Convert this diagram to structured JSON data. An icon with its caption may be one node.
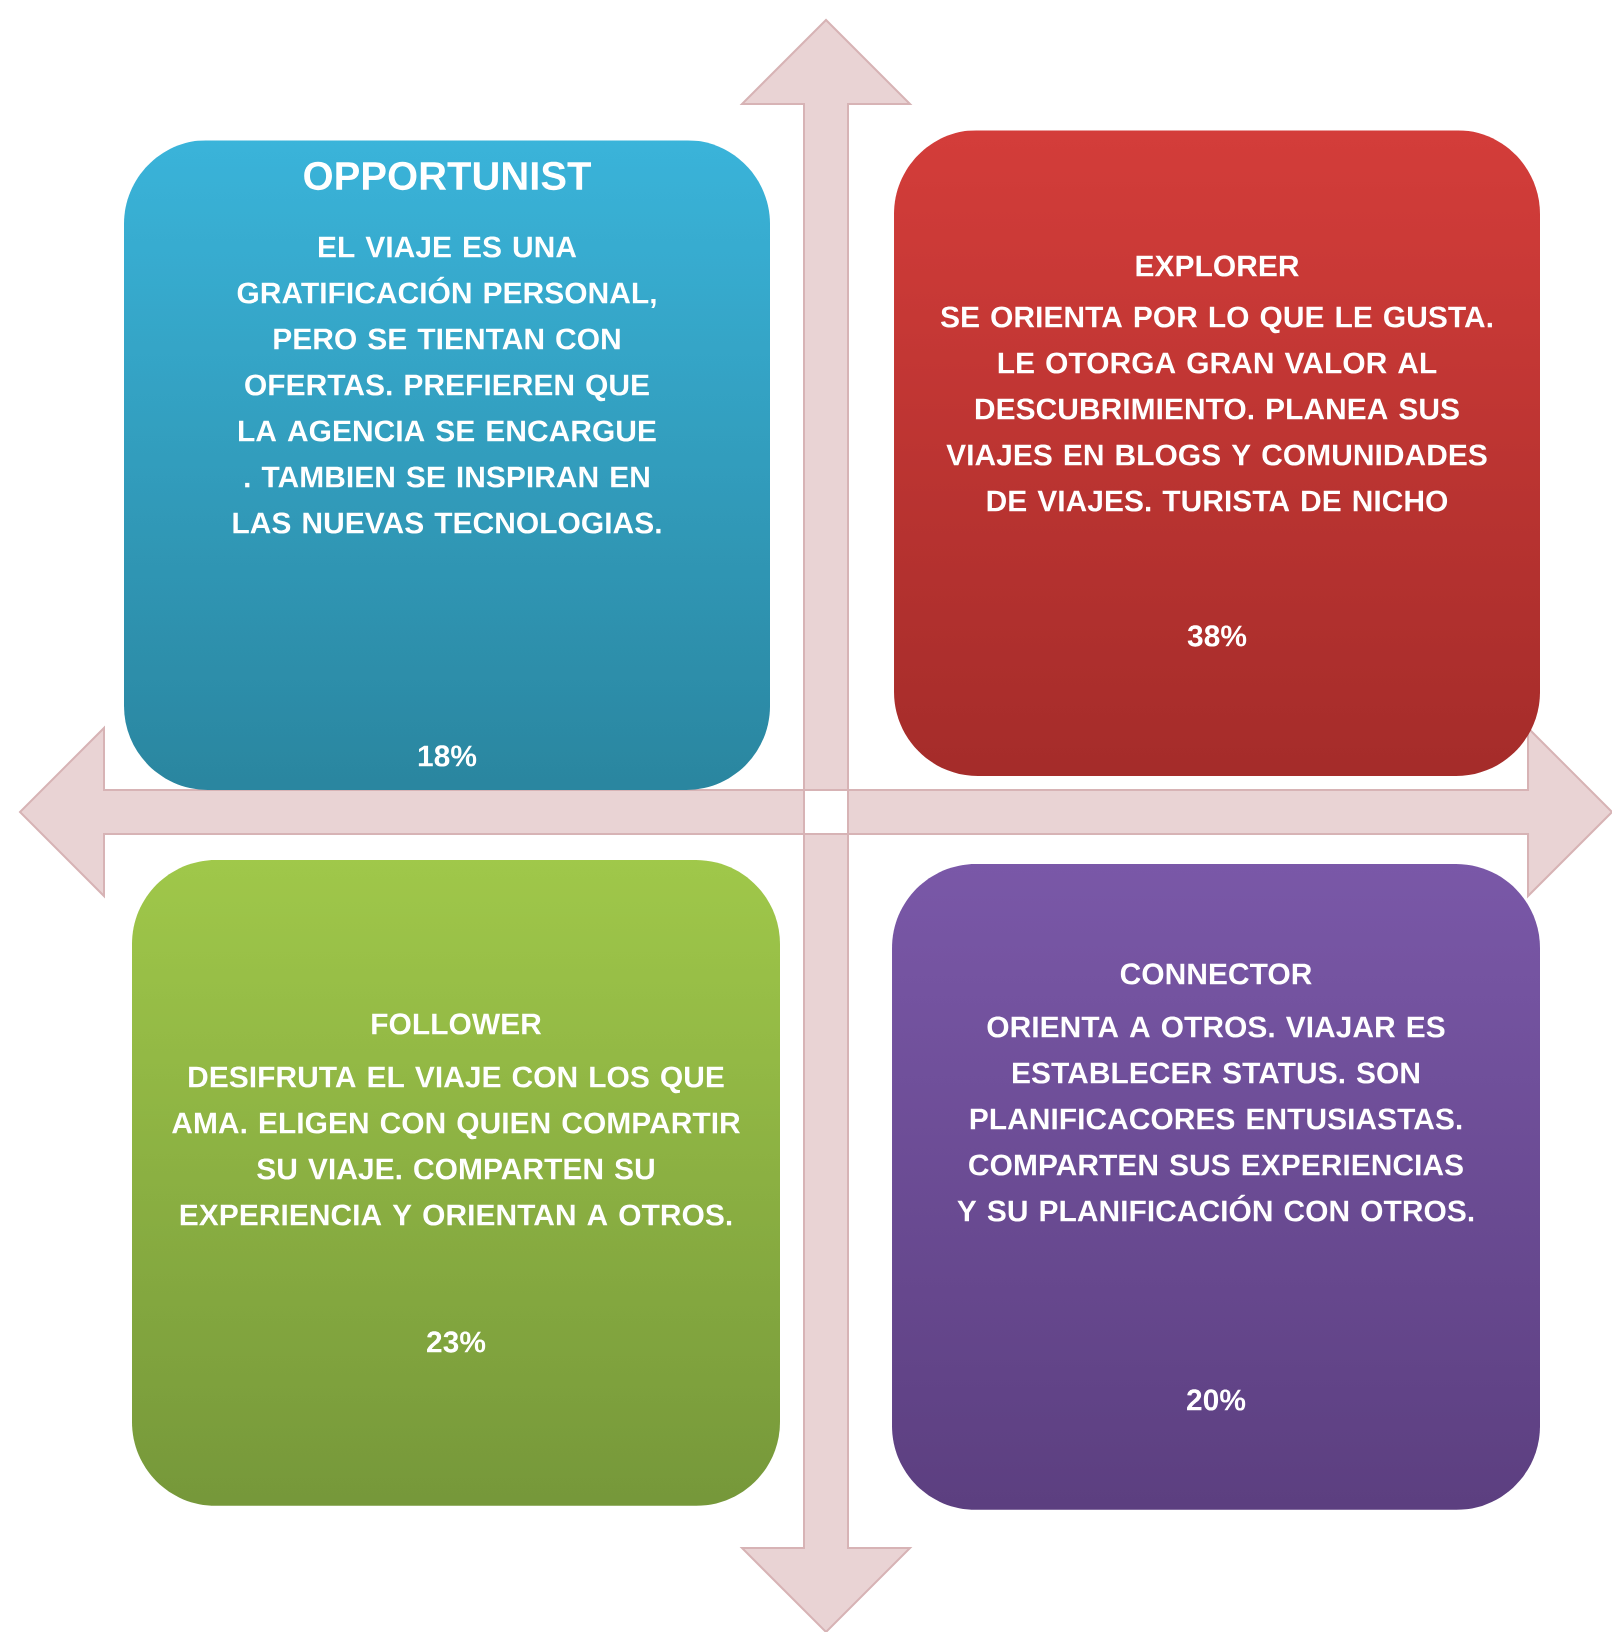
{
  "diagram": {
    "nodes": [
      {
        "text": [
          "OPPORTUNIST",
          "EL VIAJE ES UNA GRATIFICACIÓN PERSONAL, PERO SE TIENTAN CON OFERTAS. PREFIEREN QUE LA AGENCIA SE ENCARGUE . TAMBIEN SE INSPIRAN EN LAS NUEVAS TECNOLOGIAS.",
          "18%"
        ]
      },
      {
        "text": [
          "EXPLORER",
          "SE ORIENTA POR LO QUE LE GUSTA. LE OTORGA GRAN VALOR AL DESCUBRIMIENTO. PLANEA SUS VIAJES EN BLOGS Y COMUNIDADES DE VIAJES. TURISTA DE NICHO",
          "38%"
        ]
      },
      {
        "text": [
          "FOLLOWER",
          "DESIFRUTA EL VIAJE CON LOS QUE AMA. ELIGEN CON QUIEN COMPARTIR SU VIAJE. COMPARTEN SU EXPERIENCIA Y ORIENTAN A OTROS.",
          "23%"
        ]
      },
      {
        "text": [
          "CONNECTOR",
          "ORIENTA A OTROS. VIAJAR ES ESTABLECER STATUS. SON PLANIFICACORES ENTUSIASTAS. COMPARTEN SUS EXPERIENCIAS Y SU PLANIFICACIÓN CON OTROS.",
          "20%"
        ]
      }
    ]
  }
}
